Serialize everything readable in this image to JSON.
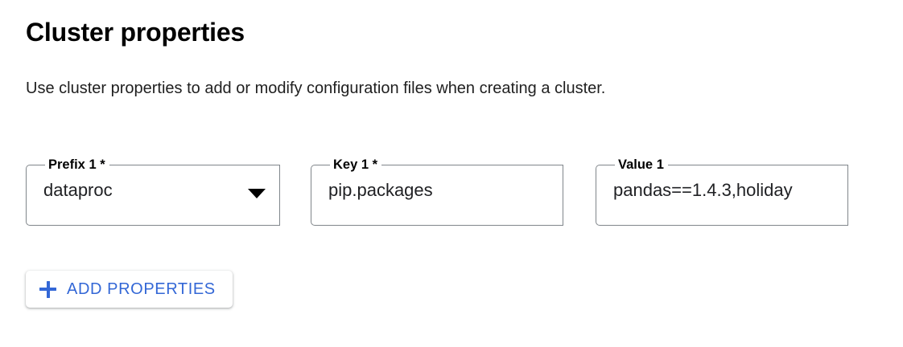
{
  "page": {
    "title": "Cluster properties",
    "description": "Use cluster properties to add or modify configuration files when creating a cluster."
  },
  "colors": {
    "accent": "#3367d6",
    "field_border": "#80868b",
    "text_primary": "#000000",
    "text_secondary": "#1f1f1f",
    "background": "#ffffff"
  },
  "fields": [
    {
      "label": "Prefix 1 *",
      "value": "dataproc",
      "placeholder": "",
      "type": "select",
      "required": true,
      "icon": "dropdown-triangle-icon"
    },
    {
      "label": "Key 1 *",
      "value": "pip.packages",
      "placeholder": "",
      "type": "text",
      "required": true
    },
    {
      "label": "Value 1",
      "value": "pandas==1.4.3,holiday",
      "placeholder": "",
      "type": "text",
      "required": false
    }
  ],
  "actions": {
    "add_properties_label": "ADD PROPERTIES",
    "add_properties_icon": "plus-icon"
  }
}
